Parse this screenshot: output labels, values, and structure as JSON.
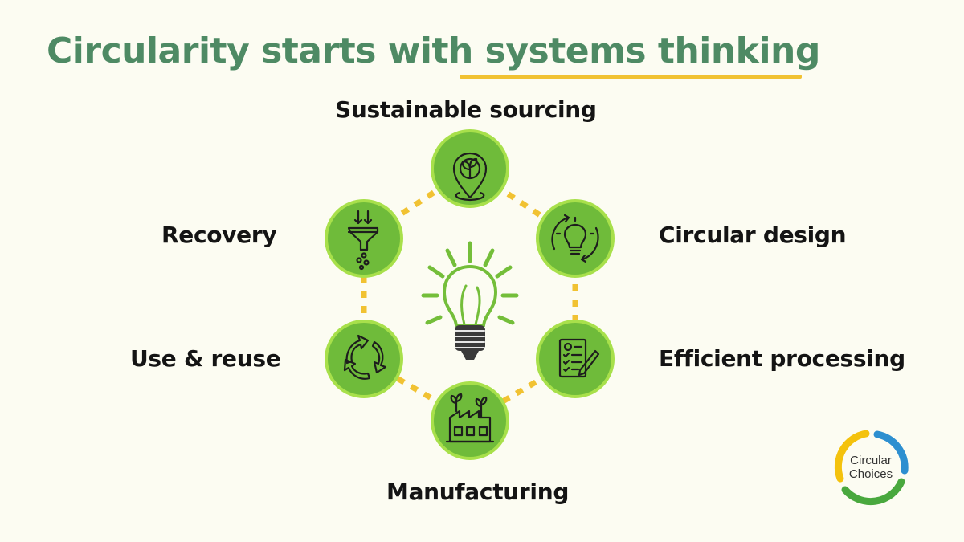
{
  "title": {
    "text": "Circularity starts with systems thinking"
  },
  "stages": [
    {
      "label": "Sustainable sourcing",
      "icon": "plant-location-pin-icon"
    },
    {
      "label": "Circular design",
      "icon": "lightbulb-cycle-icon"
    },
    {
      "label": "Efficient processing",
      "icon": "checklist-pencil-icon"
    },
    {
      "label": "Manufacturing",
      "icon": "green-factory-icon"
    },
    {
      "label": "Use & reuse",
      "icon": "recycle-arrows-icon"
    },
    {
      "label": "Recovery",
      "icon": "filter-funnel-icon"
    }
  ],
  "center_icon": "lightbulb-icon",
  "logo": {
    "line1": "Circular",
    "line2": "Choices"
  },
  "colors": {
    "title_green": "#4e8a64",
    "accent_yellow": "#f1c232",
    "node_green": "#6fbb3a",
    "node_ring": "#a8e04b",
    "bulb_green": "#74be3a",
    "text_dark": "#141414"
  }
}
